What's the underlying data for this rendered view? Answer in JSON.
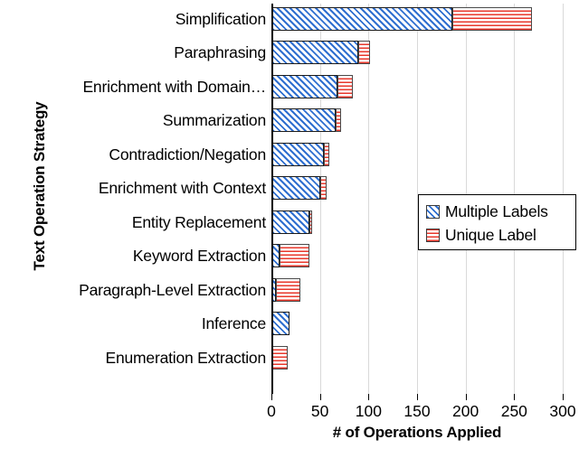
{
  "chart_data": {
    "type": "bar",
    "orientation": "horizontal",
    "stacked": true,
    "title": "",
    "xlabel": "# of Operations Applied",
    "ylabel": "Text Operation Strategy",
    "xlim": [
      0,
      300
    ],
    "xticks": [
      0,
      50,
      100,
      150,
      200,
      250,
      300
    ],
    "grid": true,
    "legend_position": "center-right",
    "categories": [
      "Simplification",
      "Paraphrasing",
      "Enrichment with Domain…",
      "Summarization",
      "Contradiction/Negation",
      "Enrichment with Context",
      "Entity Replacement",
      "Keyword Extraction",
      "Paragraph-Level Extraction",
      "Inference",
      "Enumeration Extraction"
    ],
    "series": [
      {
        "name": "Multiple Labels",
        "color": "#2f6fd0",
        "pattern": "diagonal-hatch",
        "values": [
          186,
          89,
          68,
          66,
          54,
          50,
          39,
          8,
          5,
          19,
          0
        ]
      },
      {
        "name": "Unique Label",
        "color": "#e8372b",
        "pattern": "cross-hatch",
        "values": [
          82,
          13,
          16,
          6,
          6,
          7,
          3,
          31,
          25,
          0,
          17
        ]
      }
    ],
    "totals": [
      268,
      102,
      84,
      72,
      60,
      57,
      42,
      39,
      30,
      19,
      17
    ]
  },
  "legend": {
    "items": [
      {
        "label": "Multiple Labels"
      },
      {
        "label": "Unique Label"
      }
    ]
  },
  "axes": {
    "x_title": "# of Operations Applied",
    "y_title": "Text Operation Strategy",
    "x_tick_labels": [
      "0",
      "50",
      "100",
      "150",
      "200",
      "250",
      "300"
    ]
  }
}
